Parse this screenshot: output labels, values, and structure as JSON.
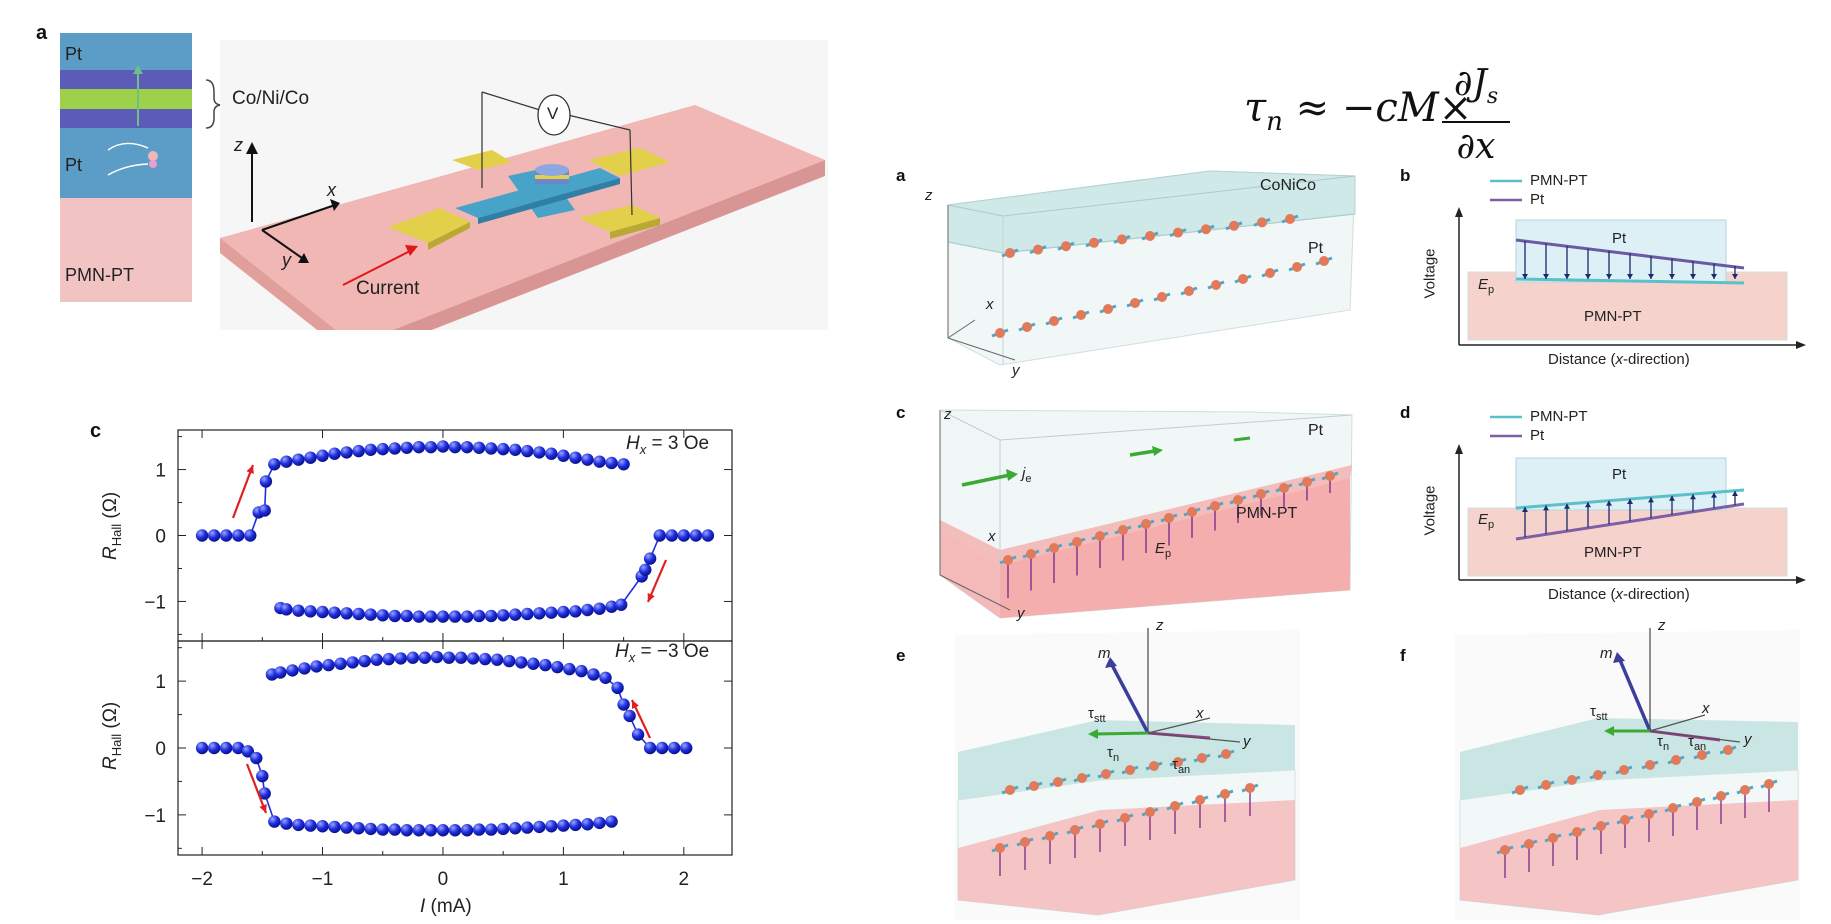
{
  "left": {
    "a": {
      "label": "a",
      "layers": {
        "pt_top": "Pt",
        "pt_bottom": "Pt",
        "substrate": "PMN-PT"
      },
      "multilayer": "Co/Ni/Co",
      "device": {
        "voltmeter": "V",
        "current": "Current",
        "axes": {
          "z": "z",
          "x": "x",
          "y": "y"
        }
      }
    },
    "c": {
      "label": "c",
      "ylabel": "R",
      "ylabel_sub": "Hall",
      "ylabel_unit": " (Ω)",
      "xlabel": "I",
      "xlabel_unit": " (mA)",
      "xticks": [
        "−2",
        "−1",
        "0",
        "1",
        "2"
      ],
      "yticks": [
        "1",
        "0",
        "−1"
      ],
      "top_legend": {
        "h": "H",
        "sub": "x",
        "val": " = 3 Oe"
      },
      "bottom_legend": {
        "h": "H",
        "sub": "x",
        "val": " = −3 Oe"
      }
    }
  },
  "formula": {
    "tau": "τ",
    "tau_sub": "n",
    "rhs": " ≈ −cM×",
    "num": "∂J",
    "num_sub": "s",
    "den": "∂x"
  },
  "right": {
    "a": {
      "label": "a",
      "top": "CoNiCo",
      "mid": "Pt",
      "axes": {
        "z": "z",
        "x": "x",
        "y": "y"
      }
    },
    "b": {
      "label": "b",
      "legend": [
        "PMN-PT",
        "Pt"
      ],
      "ylabel": "Voltage",
      "xlabel_pre": "Distance (",
      "xlabel_it": "x",
      "xlabel_post": "-direction)",
      "pt": "Pt",
      "ep": "E",
      "ep_sub": "p",
      "sub": "PMN-PT"
    },
    "c": {
      "label": "c",
      "pt": "Pt",
      "je": "j",
      "je_sub": "e",
      "sub": "PMN-PT",
      "ep": "E",
      "ep_sub": "p",
      "axes": {
        "z": "z",
        "x": "x",
        "y": "y"
      }
    },
    "d": {
      "label": "d",
      "legend": [
        "PMN-PT",
        "Pt"
      ],
      "ylabel": "Voltage",
      "xlabel_pre": "Distance (",
      "xlabel_it": "x",
      "xlabel_post": "-direction)",
      "pt": "Pt",
      "ep": "E",
      "ep_sub": "p",
      "sub": "PMN-PT"
    },
    "e": {
      "label": "e",
      "m": "m",
      "z": "z",
      "x": "x",
      "y": "y",
      "tstt": "τ",
      "tstt_sub": "stt",
      "tn": "τ",
      "tn_sub": "n",
      "tan": "τ",
      "tan_sub": "an"
    },
    "f": {
      "label": "f",
      "m": "m",
      "z": "z",
      "x": "x",
      "y": "y",
      "tstt": "τ",
      "tstt_sub": "stt",
      "tn": "τ",
      "tn_sub": "n",
      "tan": "τ",
      "tan_sub": "an"
    }
  },
  "colors": {
    "pt": "#5b9dc7",
    "co": "#5a5cb8",
    "ni": "#9fd04a",
    "pmn": "#f2c3c3",
    "gold": "#e2cf4a",
    "marker": "#1f2ee0",
    "arrow": "#e02020",
    "green": "#3aaa35",
    "purple": "#8a3f8f",
    "blueLine": "#5bc0c8",
    "purpleLine": "#7d5fa6"
  },
  "chart_data": [
    {
      "type": "scatter",
      "title": "",
      "legend": "H_x = 3 Oe",
      "xlabel": "I (mA)",
      "ylabel": "R_Hall (Ω)",
      "xlim": [
        -2.2,
        2.4
      ],
      "ylim": [
        -1.6,
        1.6
      ],
      "series": [
        {
          "x": [
            -2.0,
            -1.9,
            -1.8,
            -1.7,
            -1.6,
            -1.53,
            -1.48,
            -1.47,
            -1.4,
            -1.3,
            -1.2,
            -1.1,
            -1.0,
            -0.9,
            -0.8,
            -0.7,
            -0.6,
            -0.5,
            -0.4,
            -0.3,
            -0.2,
            -0.1,
            0.0,
            0.1,
            0.2,
            0.3,
            0.4,
            0.5,
            0.6,
            0.7,
            0.8,
            0.9,
            1.0,
            1.1,
            1.2,
            1.3,
            1.4,
            1.5
          ],
          "y": [
            0,
            0,
            0,
            0,
            0,
            0.35,
            0.38,
            0.82,
            1.08,
            1.12,
            1.15,
            1.18,
            1.21,
            1.24,
            1.26,
            1.28,
            1.3,
            1.31,
            1.32,
            1.33,
            1.34,
            1.34,
            1.35,
            1.34,
            1.34,
            1.33,
            1.32,
            1.31,
            1.3,
            1.28,
            1.26,
            1.24,
            1.21,
            1.18,
            1.15,
            1.12,
            1.1,
            1.08
          ]
        },
        {
          "x": [
            -1.35,
            -1.3,
            -1.2,
            -1.1,
            -1.0,
            -0.9,
            -0.8,
            -0.7,
            -0.6,
            -0.5,
            -0.4,
            -0.3,
            -0.2,
            -0.1,
            0.0,
            0.1,
            0.2,
            0.3,
            0.4,
            0.5,
            0.6,
            0.7,
            0.8,
            0.9,
            1.0,
            1.1,
            1.2,
            1.3,
            1.4,
            1.48,
            1.65,
            1.68,
            1.72,
            1.8,
            1.9,
            2.0,
            2.1,
            2.2
          ],
          "y": [
            -1.1,
            -1.12,
            -1.14,
            -1.15,
            -1.16,
            -1.17,
            -1.18,
            -1.19,
            -1.2,
            -1.21,
            -1.22,
            -1.22,
            -1.23,
            -1.23,
            -1.23,
            -1.23,
            -1.23,
            -1.22,
            -1.22,
            -1.21,
            -1.2,
            -1.19,
            -1.18,
            -1.17,
            -1.16,
            -1.15,
            -1.13,
            -1.11,
            -1.08,
            -1.05,
            -0.62,
            -0.52,
            -0.35,
            0,
            0,
            0,
            0,
            0
          ]
        }
      ]
    },
    {
      "type": "scatter",
      "title": "",
      "legend": "H_x = −3 Oe",
      "xlabel": "I (mA)",
      "ylabel": "R_Hall (Ω)",
      "xlim": [
        -2.2,
        2.4
      ],
      "ylim": [
        -1.6,
        1.6
      ],
      "series": [
        {
          "x": [
            -2.0,
            -1.9,
            -1.8,
            -1.7,
            -1.62,
            -1.55,
            -1.5,
            -1.48,
            -1.4,
            -1.3,
            -1.2,
            -1.1,
            -1.0,
            -0.9,
            -0.8,
            -0.7,
            -0.6,
            -0.5,
            -0.4,
            -0.3,
            -0.2,
            -0.1,
            0.0,
            0.1,
            0.2,
            0.3,
            0.4,
            0.5,
            0.6,
            0.7,
            0.8,
            0.9,
            1.0,
            1.1,
            1.2,
            1.3,
            1.4
          ],
          "y": [
            0,
            0,
            0,
            0,
            -0.05,
            -0.15,
            -0.42,
            -0.68,
            -1.1,
            -1.13,
            -1.15,
            -1.16,
            -1.17,
            -1.18,
            -1.19,
            -1.2,
            -1.21,
            -1.22,
            -1.22,
            -1.23,
            -1.23,
            -1.23,
            -1.23,
            -1.23,
            -1.23,
            -1.22,
            -1.22,
            -1.21,
            -1.2,
            -1.19,
            -1.18,
            -1.17,
            -1.16,
            -1.15,
            -1.14,
            -1.12,
            -1.1
          ]
        },
        {
          "x": [
            -1.42,
            -1.35,
            -1.25,
            -1.15,
            -1.05,
            -0.95,
            -0.85,
            -0.75,
            -0.65,
            -0.55,
            -0.45,
            -0.35,
            -0.25,
            -0.15,
            -0.05,
            0.05,
            0.15,
            0.25,
            0.35,
            0.45,
            0.55,
            0.65,
            0.75,
            0.85,
            0.95,
            1.05,
            1.15,
            1.25,
            1.35,
            1.45,
            1.5,
            1.55,
            1.62,
            1.72,
            1.82,
            1.92,
            2.02
          ],
          "y": [
            1.1,
            1.13,
            1.16,
            1.19,
            1.22,
            1.24,
            1.26,
            1.28,
            1.3,
            1.32,
            1.33,
            1.34,
            1.35,
            1.35,
            1.36,
            1.35,
            1.35,
            1.34,
            1.33,
            1.32,
            1.3,
            1.28,
            1.26,
            1.24,
            1.21,
            1.18,
            1.15,
            1.1,
            1.05,
            0.9,
            0.65,
            0.48,
            0.2,
            0,
            0,
            0,
            0
          ]
        }
      ]
    }
  ]
}
